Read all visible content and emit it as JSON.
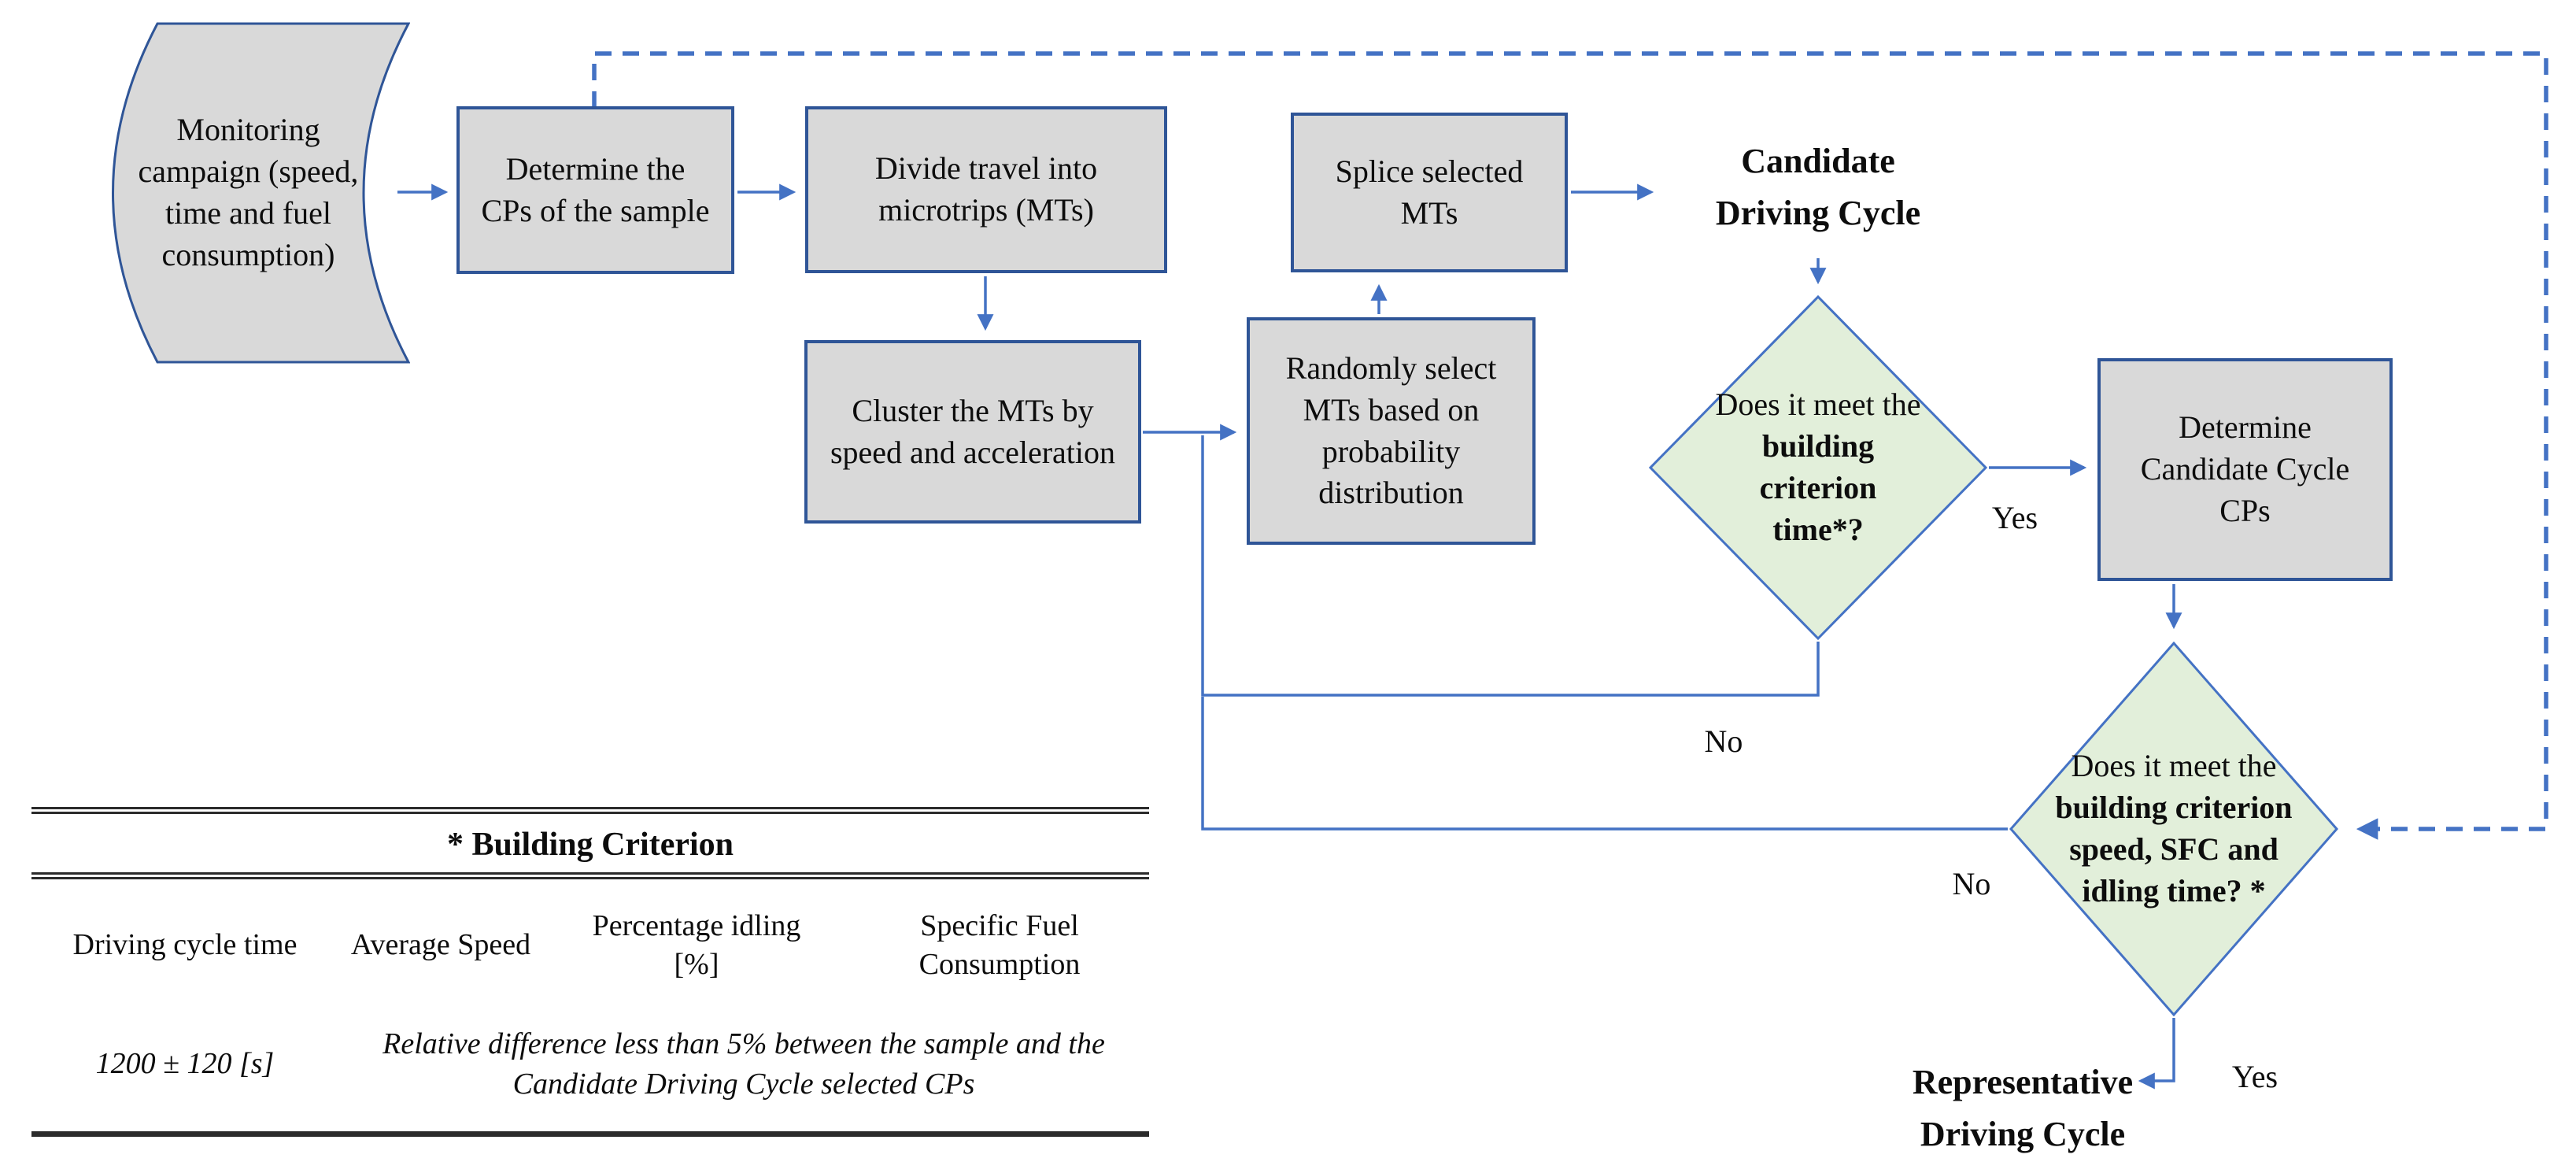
{
  "colors": {
    "box_fill": "#d9d9d9",
    "box_border": "#2f5597",
    "diamond_fill": "#e2efda",
    "diamond_border": "#4472c4",
    "connector": "#4472c4",
    "table_rule": "#2b2b2b"
  },
  "nodes": {
    "monitoring": {
      "label": "Monitoring campaign (speed, time and fuel consumption)"
    },
    "determine_cps": {
      "label": "Determine the CPs of the sample"
    },
    "divide_travel": {
      "label": "Divide travel into microtrips (MTs)"
    },
    "cluster_mts": {
      "label": "Cluster the MTs by speed and acceleration"
    },
    "randomly_select": {
      "label": "Randomly select MTs based on probability distribution"
    },
    "splice_mts": {
      "label": "Splice selected MTs"
    },
    "candidate_cycle": {
      "label": "Candidate Driving Cycle"
    },
    "decision_time": {
      "prefix": "Does it meet the ",
      "bold": "building criterion time*?"
    },
    "determine_candidate_cps": {
      "label": "Determine Candidate Cycle CPs"
    },
    "decision_speed": {
      "prefix": "Does it meet the ",
      "bold": "building criterion speed, SFC and idling time? *"
    },
    "representative_cycle": {
      "label": "Representative Driving Cycle"
    }
  },
  "edge_labels": {
    "yes1": "Yes",
    "no1": "No",
    "yes2": "Yes",
    "no2": "No"
  },
  "table": {
    "title": "* Building Criterion",
    "headers": [
      "Driving cycle time",
      "Average Speed",
      "Percentage idling [%]",
      "Specific Fuel Consumption"
    ],
    "row": {
      "driving_cycle_time": "1200 ± 120 [s]",
      "note": "Relative difference less than 5% between the sample and the Candidate Driving Cycle selected CPs"
    }
  }
}
